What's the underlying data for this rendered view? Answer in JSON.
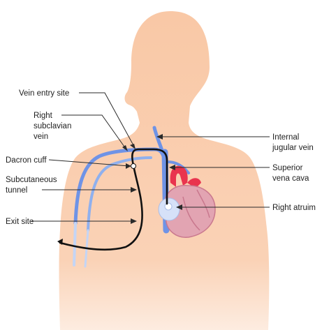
{
  "labels": {
    "vein_entry_site": "Vein entry site",
    "right_subclavian_vein": [
      "Right",
      "subclavian",
      "vein"
    ],
    "dacron_cuff": "Dacron cuff",
    "subcutaneous_tunnel": [
      "Subcutaneous",
      "tunnel"
    ],
    "exit_site": "Exit site",
    "internal_jugular_vein": [
      "Internal",
      "jugular vein"
    ],
    "superior_vena_cava": [
      "Superior",
      "vena cava"
    ],
    "right_atrium": "Right atruim"
  },
  "colors": {
    "background": "#ffffff",
    "skin": "#f9c8a6",
    "skin_fade": "#fde7d7",
    "vein": "#6f93e6",
    "vein_light": "#a9c2f2",
    "catheter": "#111111",
    "heart": "#e2a4b2",
    "heart_dark": "#c9788e",
    "artery_red": "#e9344e",
    "atrium_light": "#d6e1f8",
    "leader_line": "#2a2a2a",
    "label_text": "#1e1e1e"
  }
}
